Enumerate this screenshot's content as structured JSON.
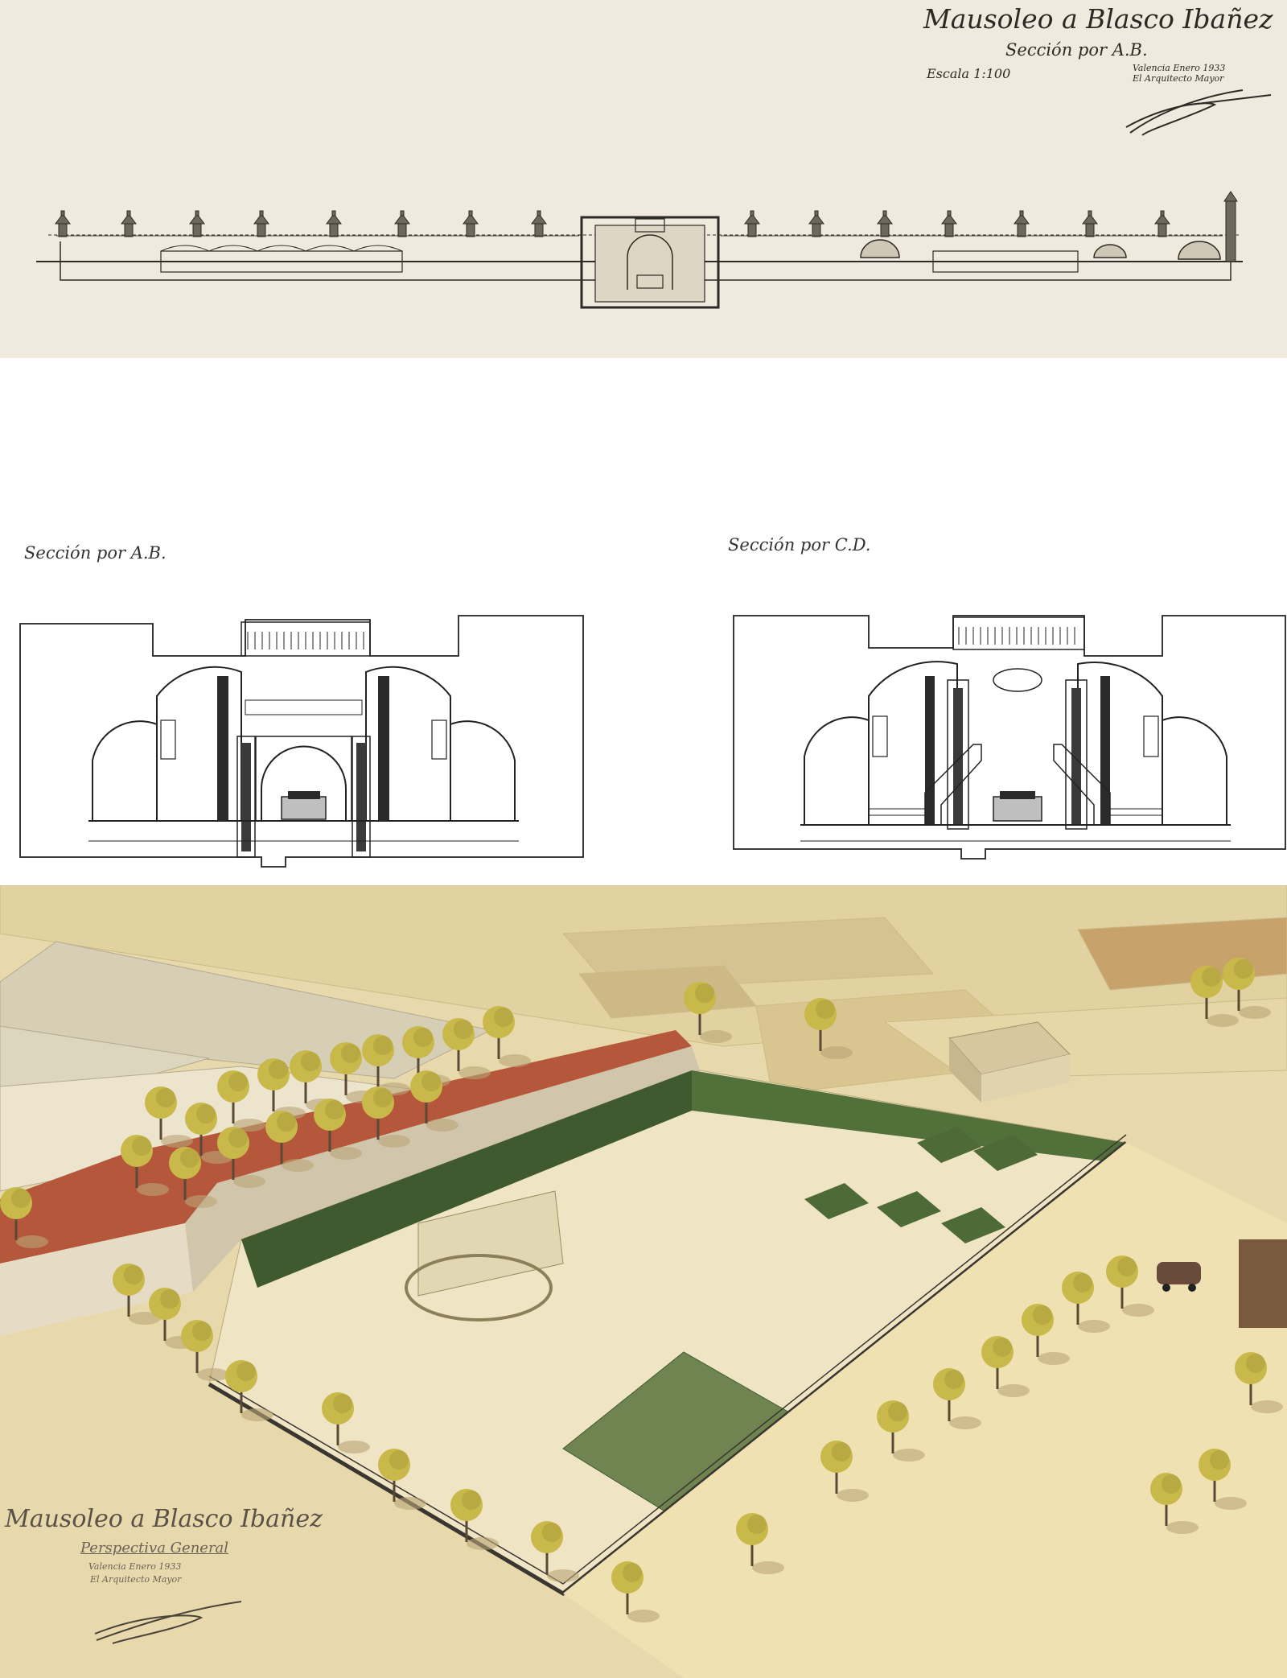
{
  "top": {
    "title": "Mausoleo a Blasco Ibañez",
    "subtitle": "Sección por A.B.",
    "scale": "Escala 1:100",
    "date_line1": "Valencia Enero 1933",
    "date_line2": "El Arquitecto Mayor"
  },
  "middle": {
    "label_ab": "Sección por A.B.",
    "label_cd": "Sección por C.D."
  },
  "bottom": {
    "title": "Mausoleo a Blasco Ibañez",
    "subtitle": "Perspectiva General",
    "small_line1": "Valencia Enero 1933",
    "small_line2": "El Arquitecto Mayor"
  },
  "colors": {
    "paper_top": "#efeadd",
    "ink": "#2d2a26",
    "perspective_ground": "#e8d9ac",
    "roof_tile": "#b5573a",
    "hedge_green": "#3f5a2e",
    "tree_yellow": "#c9b84a"
  },
  "icons": [
    "signature-mark",
    "car-icon",
    "tram-icon"
  ]
}
